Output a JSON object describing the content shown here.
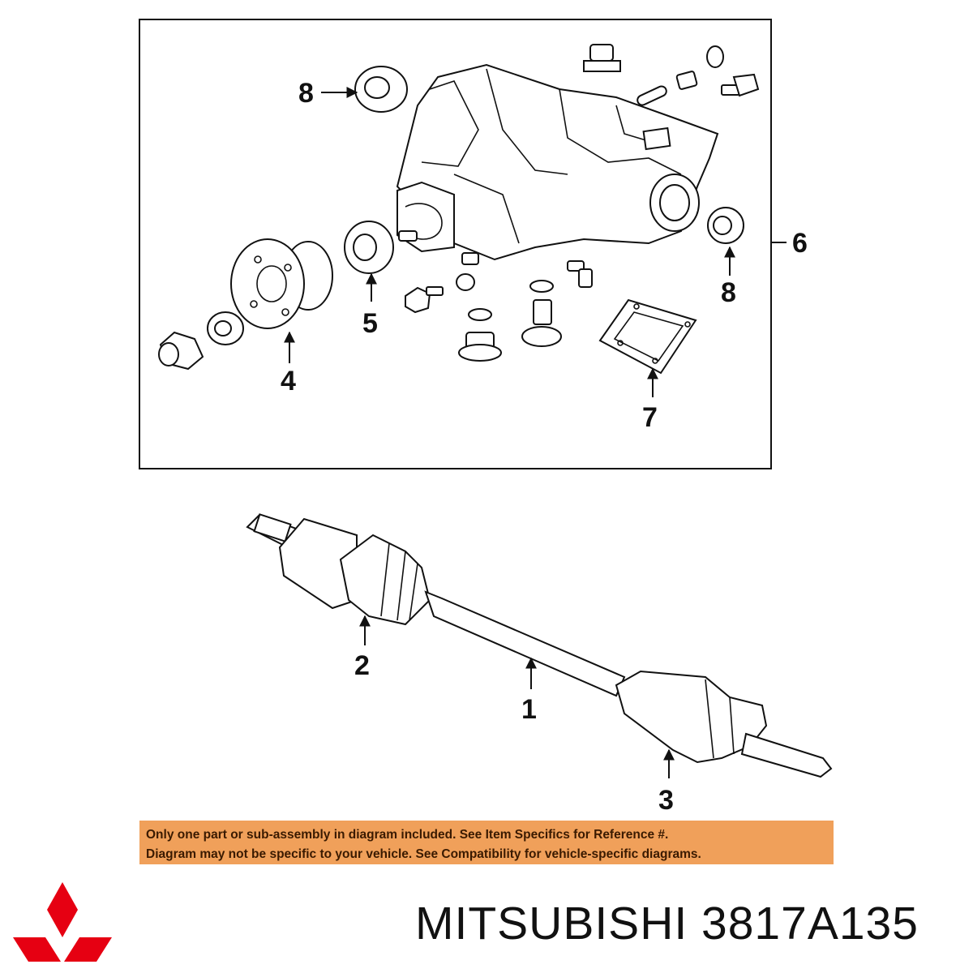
{
  "callouts": {
    "c1": "1",
    "c2": "2",
    "c3": "3",
    "c4": "4",
    "c5": "5",
    "c6": "6",
    "c7": "7",
    "c8_top": "8",
    "c8_right": "8"
  },
  "notice": {
    "line1": "Only one part or sub-assembly in diagram included. See Item Specifics for Reference #.",
    "line2": "Diagram may not be specific to your vehicle. See Compatibility for vehicle-specific diagrams."
  },
  "brand": {
    "text": "MITSUBISHI 3817A135",
    "logo_icon": "three-diamond-logo-icon",
    "logo_color": "#e60012"
  },
  "colors": {
    "notice_background": "#f0a05a",
    "notice_text": "#3a1a00"
  }
}
